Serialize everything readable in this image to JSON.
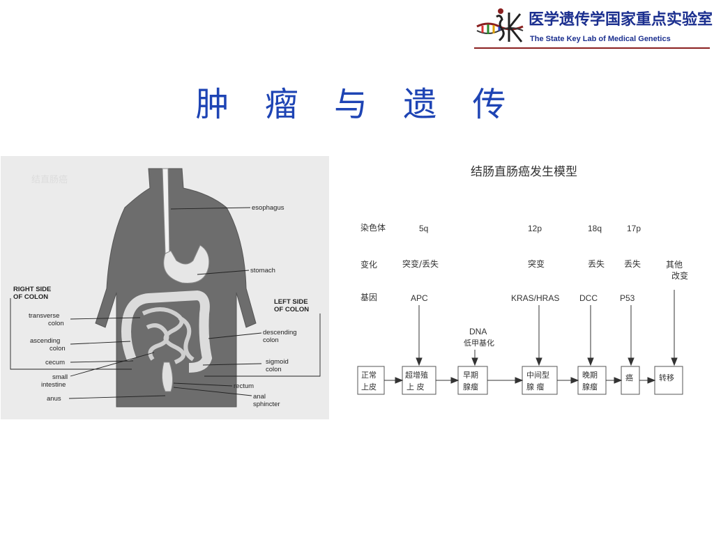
{
  "header": {
    "lab_name_cn": "医学遗传学国家重点实验室",
    "lab_name_en": "The State Key Lab of Medical Genetics"
  },
  "slide": {
    "title": "肿 瘤 与 遗 传"
  },
  "anatomy_figure": {
    "watermark": "结直肠癌",
    "labels": {
      "esophagus": "esophagus",
      "stomach": "stomach",
      "right_side_1": "RIGHT SIDE",
      "right_side_2": "OF COLON",
      "left_side_1": "LEFT SIDE",
      "left_side_2": "OF COLON",
      "transverse_1": "transverse",
      "transverse_2": "colon",
      "ascending_1": "ascending",
      "ascending_2": "colon",
      "cecum": "cecum",
      "small_1": "small",
      "small_2": "intestine",
      "anus": "anus",
      "descending_1": "descending",
      "descending_2": "colon",
      "sigmoid_1": "sigmoid",
      "sigmoid_2": "colon",
      "rectum": "rectum",
      "anal_1": "anal",
      "anal_2": "sphincter"
    }
  },
  "model_figure": {
    "title": "结肠直肠癌发生模型",
    "row_labels": {
      "chromosome": "染色体",
      "change": "变化",
      "gene": "基因"
    },
    "chromosomes": [
      "5q",
      "12p",
      "18q",
      "17p"
    ],
    "changes": [
      "突变/丢失",
      "突变",
      "丢失",
      "丢失"
    ],
    "other_change_1": "其他",
    "other_change_2": "改变",
    "genes": [
      "APC",
      "KRAS/HRAS",
      "DCC",
      "P53"
    ],
    "dna_label": "DNA",
    "dna_sub": "低甲基化",
    "stages": [
      {
        "line1": "正常",
        "line2": "上皮"
      },
      {
        "line1": "超增殖",
        "line2": "上  皮"
      },
      {
        "line1": "早期",
        "line2": "腺瘤"
      },
      {
        "line1": "中间型",
        "line2": "腺  瘤"
      },
      {
        "line1": "晚期",
        "line2": "腺瘤"
      },
      {
        "line1": "癌",
        "line2": ""
      },
      {
        "line1": "转移",
        "line2": ""
      }
    ]
  }
}
